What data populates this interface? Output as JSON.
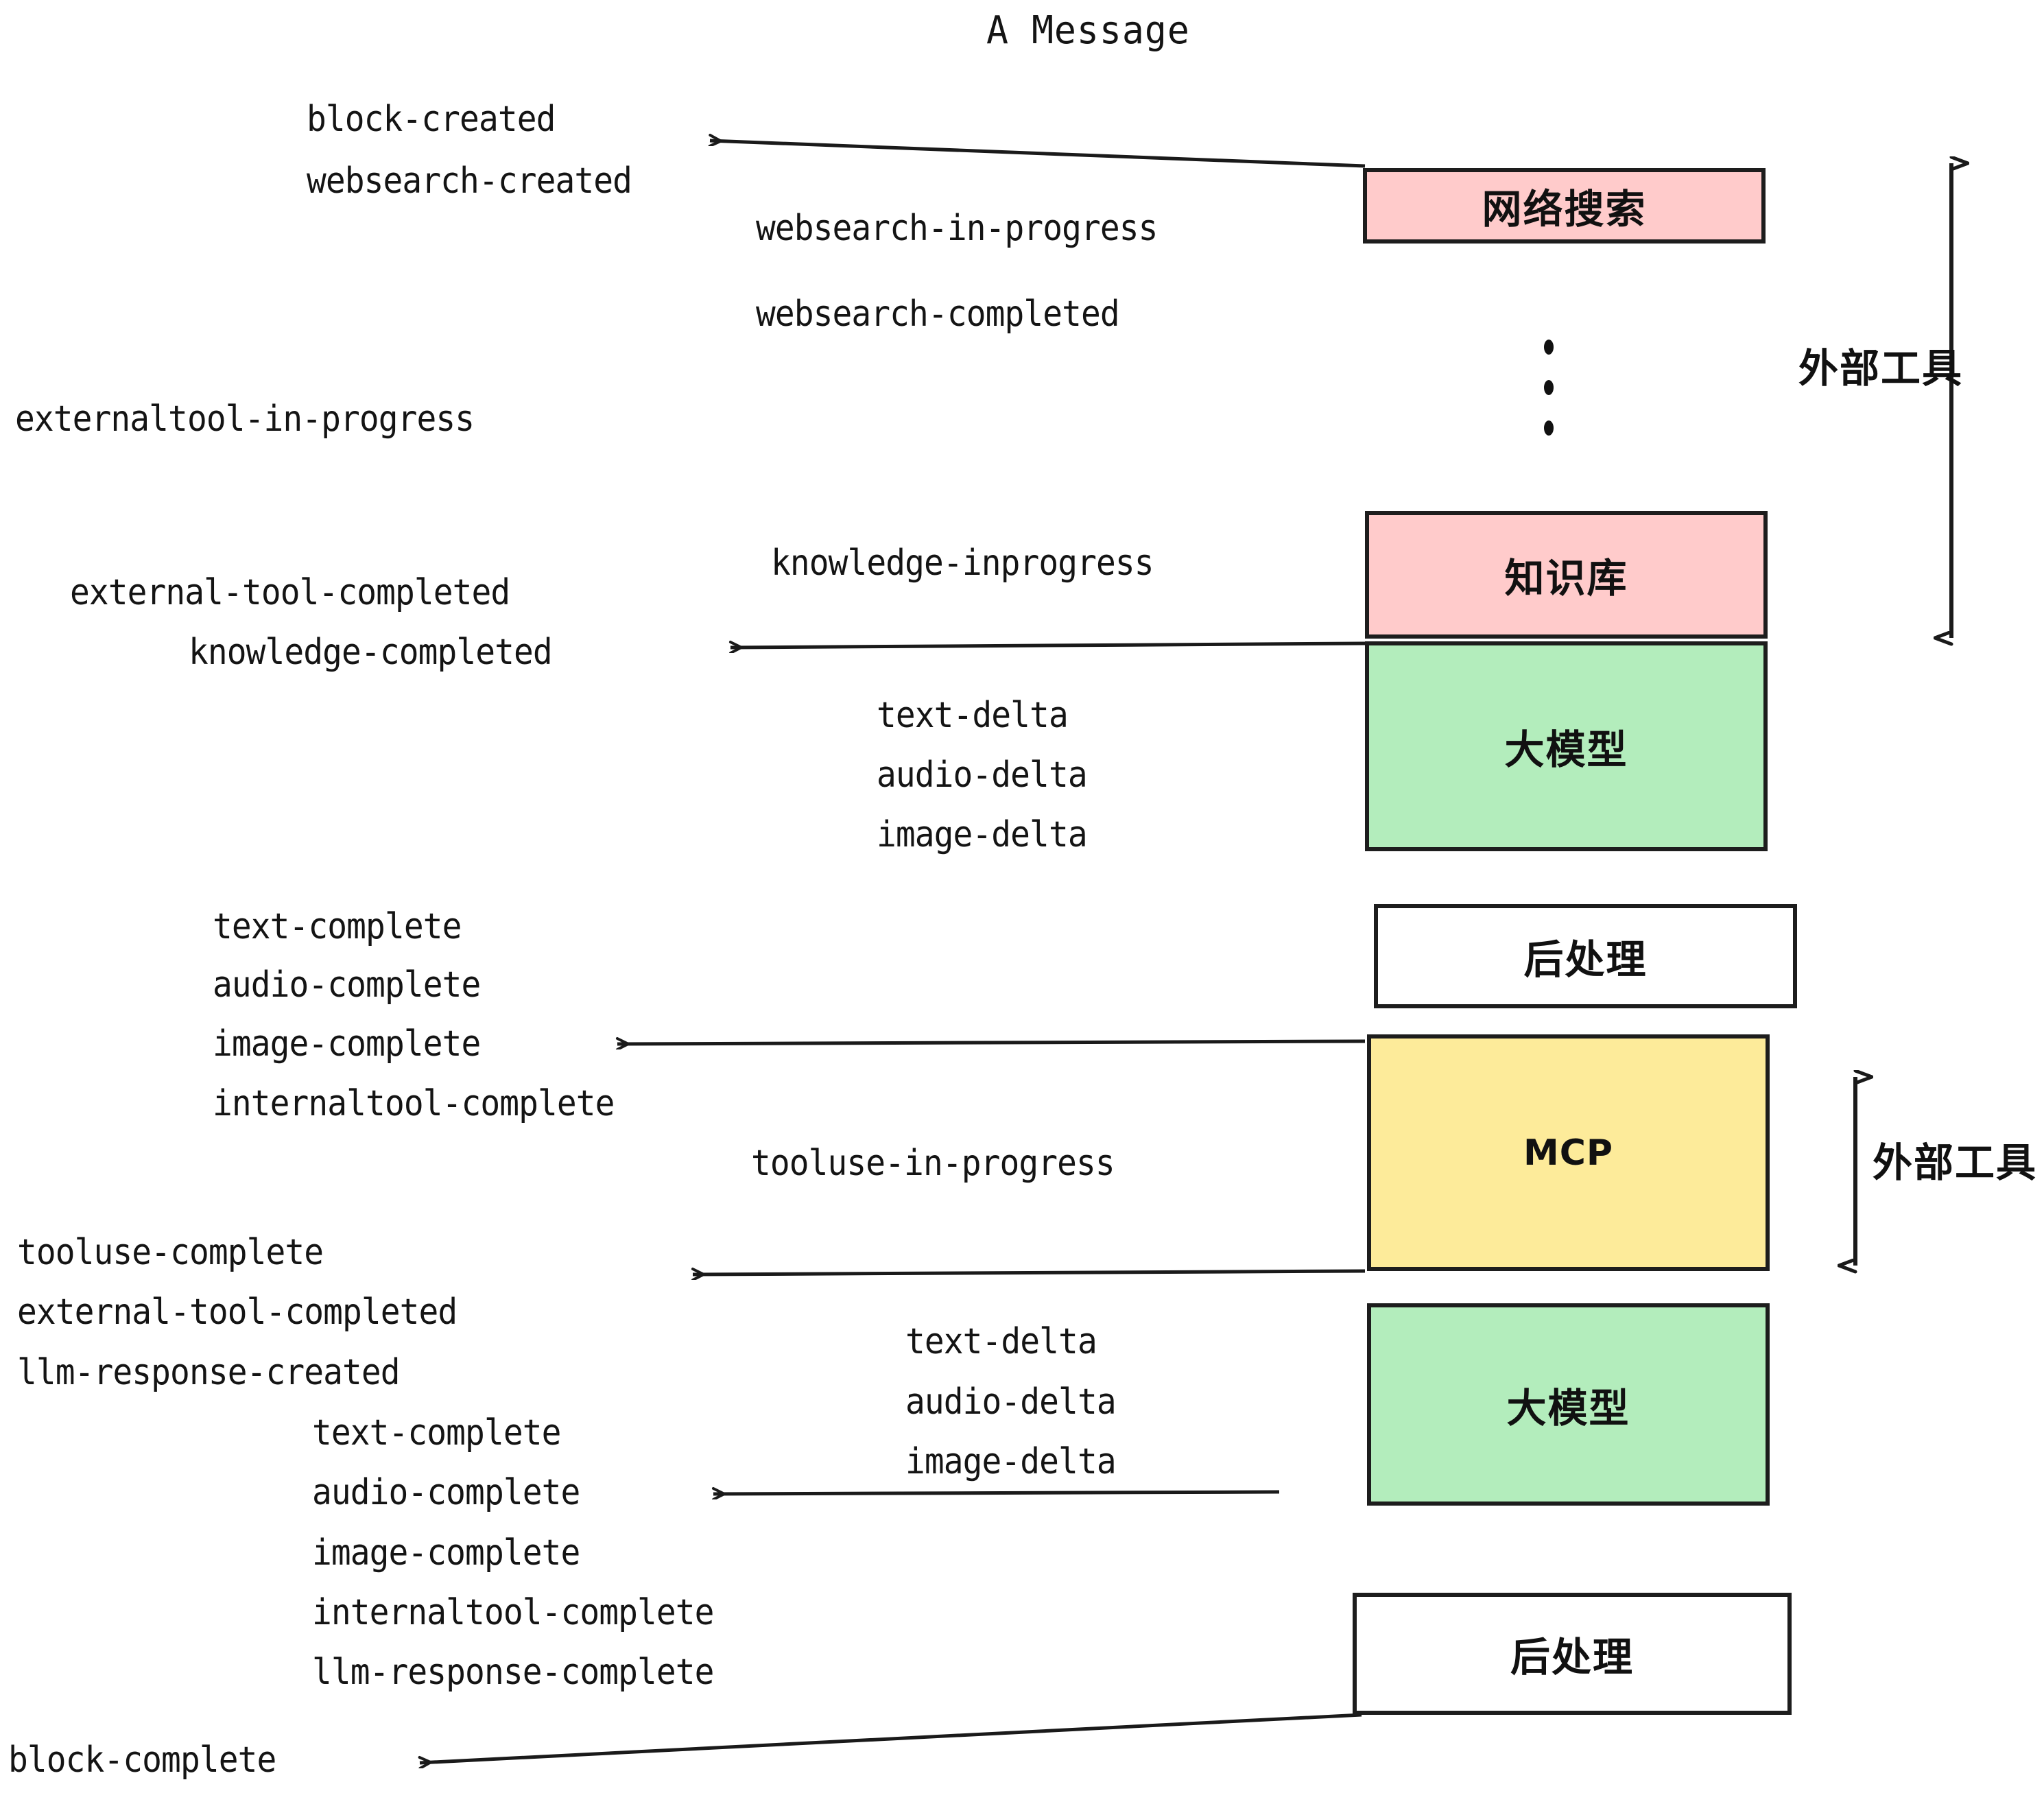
{
  "title": "A Message",
  "colors": {
    "pink": "#FFCBCB",
    "green": "#B3EDBC",
    "yellow": "#FDEB9A",
    "white": "#FFFFFF",
    "stroke": "#1D1D1D",
    "text": "#141414"
  },
  "nodes": [
    {
      "id": "websearch",
      "label": "网络搜索",
      "fill": "pink"
    },
    {
      "id": "knowledge",
      "label": "知识库",
      "fill": "pink"
    },
    {
      "id": "llm-top",
      "label": "大模型",
      "fill": "green"
    },
    {
      "id": "post-top",
      "label": "后处理",
      "fill": "white"
    },
    {
      "id": "mcp",
      "label": "MCP",
      "fill": "yellow"
    },
    {
      "id": "llm-bottom",
      "label": "大模型",
      "fill": "green"
    },
    {
      "id": "post-bottom",
      "label": "后处理",
      "fill": "white"
    }
  ],
  "side_labels": [
    {
      "id": "external-tool-top",
      "label": "外部工具"
    },
    {
      "id": "external-tool-bottom",
      "label": "外部工具"
    }
  ],
  "events": [
    {
      "id": "e01",
      "text": "block-created"
    },
    {
      "id": "e02",
      "text": "websearch-created"
    },
    {
      "id": "e03",
      "text": "websearch-in-progress"
    },
    {
      "id": "e04",
      "text": "websearch-completed"
    },
    {
      "id": "e05",
      "text": "externaltool-in-progress"
    },
    {
      "id": "e06",
      "text": "knowledge-inprogress"
    },
    {
      "id": "e07",
      "text": "external-tool-completed"
    },
    {
      "id": "e08",
      "text": "knowledge-completed"
    },
    {
      "id": "e09",
      "text": "text-delta"
    },
    {
      "id": "e10",
      "text": "audio-delta"
    },
    {
      "id": "e11",
      "text": "image-delta"
    },
    {
      "id": "e12",
      "text": "text-complete"
    },
    {
      "id": "e13",
      "text": "audio-complete"
    },
    {
      "id": "e14",
      "text": "image-complete"
    },
    {
      "id": "e15",
      "text": "internaltool-complete"
    },
    {
      "id": "e16",
      "text": "tooluse-in-progress"
    },
    {
      "id": "e17",
      "text": "tooluse-complete"
    },
    {
      "id": "e18",
      "text": "external-tool-completed"
    },
    {
      "id": "e19",
      "text": "llm-response-created"
    },
    {
      "id": "e20",
      "text": "text-delta"
    },
    {
      "id": "e21",
      "text": "audio-delta"
    },
    {
      "id": "e22",
      "text": "image-delta"
    },
    {
      "id": "e23",
      "text": "text-complete"
    },
    {
      "id": "e24",
      "text": "audio-complete"
    },
    {
      "id": "e25",
      "text": "image-complete"
    },
    {
      "id": "e26",
      "text": "internaltool-complete"
    },
    {
      "id": "e27",
      "text": "llm-response-complete"
    },
    {
      "id": "e28",
      "text": "block-complete"
    }
  ]
}
